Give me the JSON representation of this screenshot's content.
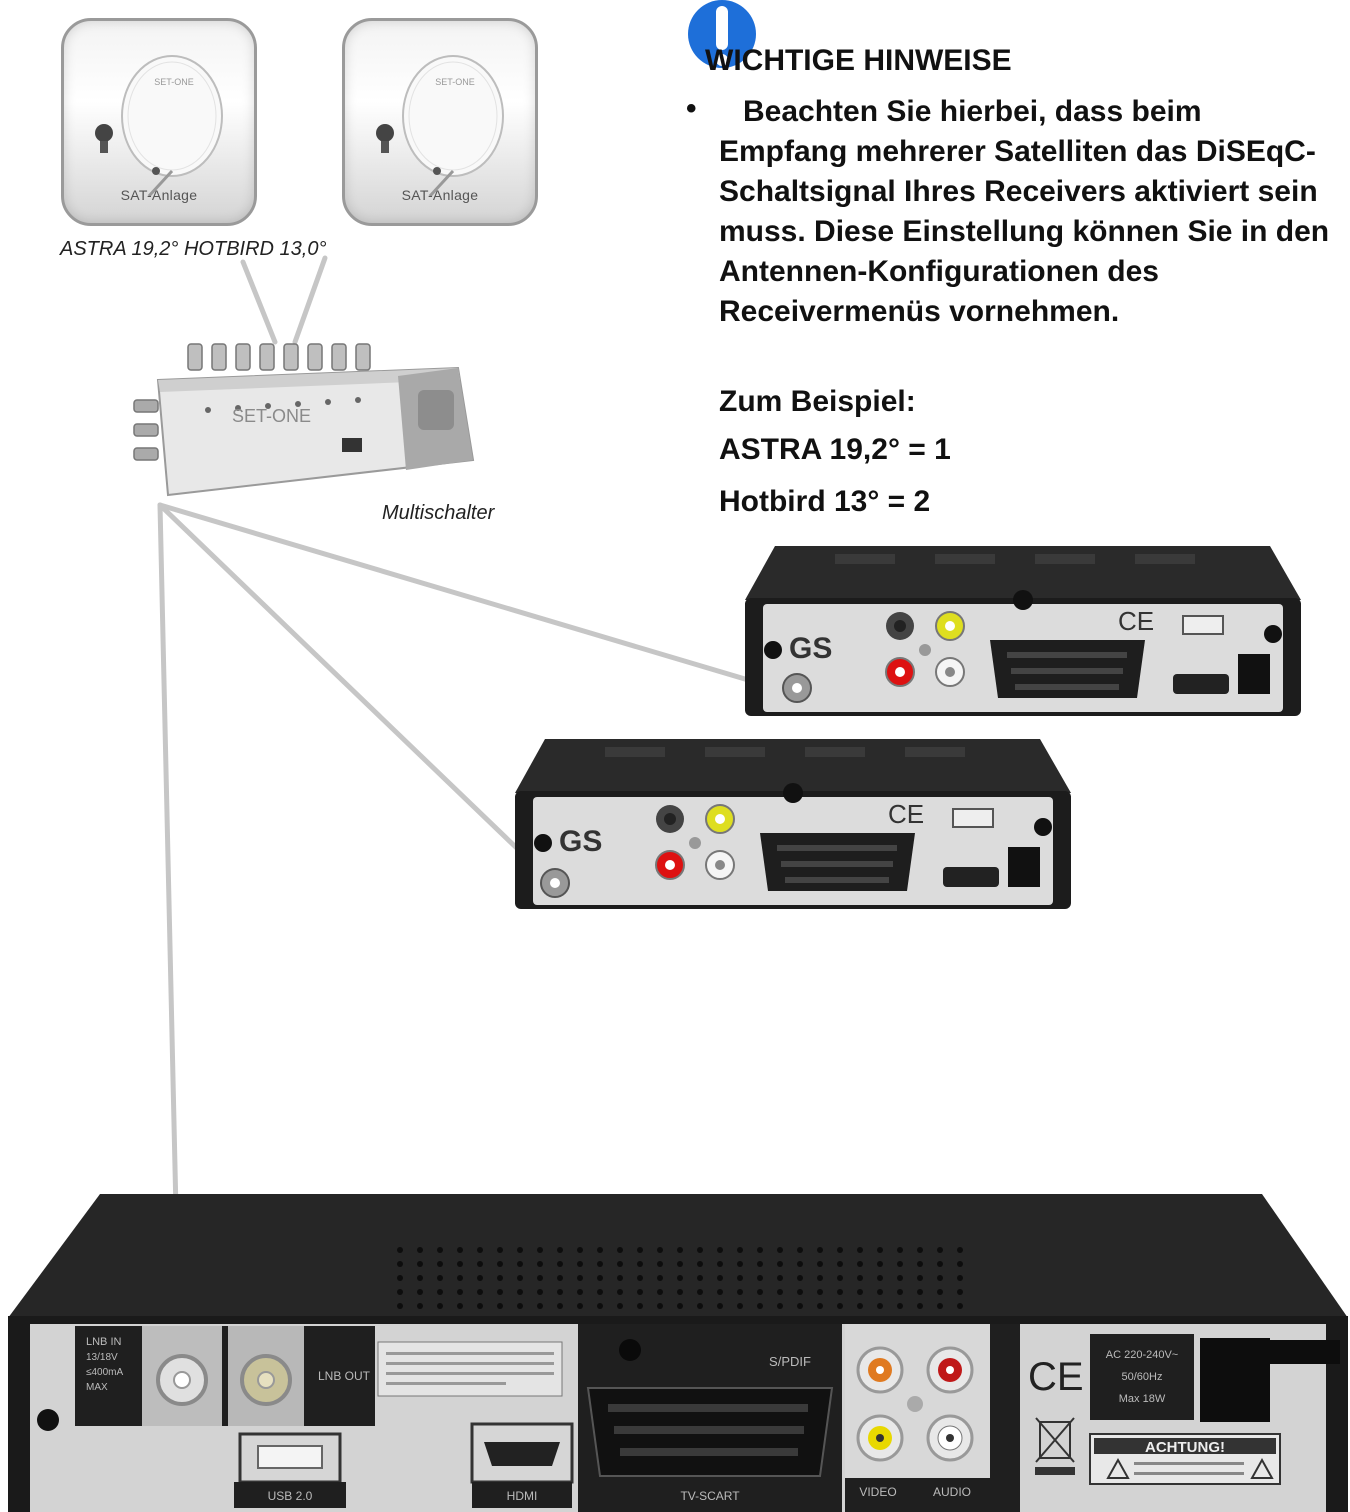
{
  "satellites": {
    "dish_brand": "SET-ONE",
    "dish_label": "SAT-Anlage",
    "names": "ASTRA 19,2° HOTBIRD 13,0°"
  },
  "multiswitch": {
    "brand": "SET-ONE",
    "caption": "Multischalter"
  },
  "notes": {
    "title": "WICHTIGE HINWEISE",
    "bullet": "•",
    "body": "Beachten Sie hierbei, dass beim Empfang mehrerer Satelliten das DiSEqC-Schaltsignal Ihres Receivers aktiviert sein muss. Diese Einstellung können Sie in den Antennen-Konfigurationen des Receivermenüs vornehmen.",
    "example_heading": "Zum Beispiel:",
    "example_1": "ASTRA 19,2° = 1",
    "example_2": "Hotbird 13° = 2"
  },
  "receiver": {
    "brand": "GS",
    "ce": "CE",
    "lnb_in": "LNB IN",
    "lnb_in_spec": "13/18V",
    "lnb_in_ma": "≤400mA",
    "lnb_in_max": "MAX",
    "lnb_out": "LNB OUT",
    "usb": "USB 2.0",
    "hdmi": "HDMI",
    "tv_scart": "TV-SCART",
    "s_pdif": "S/PDIF",
    "video": "VIDEO",
    "audio": "AUDIO",
    "power_spec_1": "AC 220-240V~",
    "power_spec_2": "50/60Hz",
    "power_spec_3": "Max 18W",
    "warning": "ACHTUNG!"
  },
  "colors": {
    "cable": "#c6c6c6",
    "receiver_body": "#1c1c1c",
    "receiver_panel": "#d8d8d8",
    "info_blue": "#1e6fd9"
  }
}
